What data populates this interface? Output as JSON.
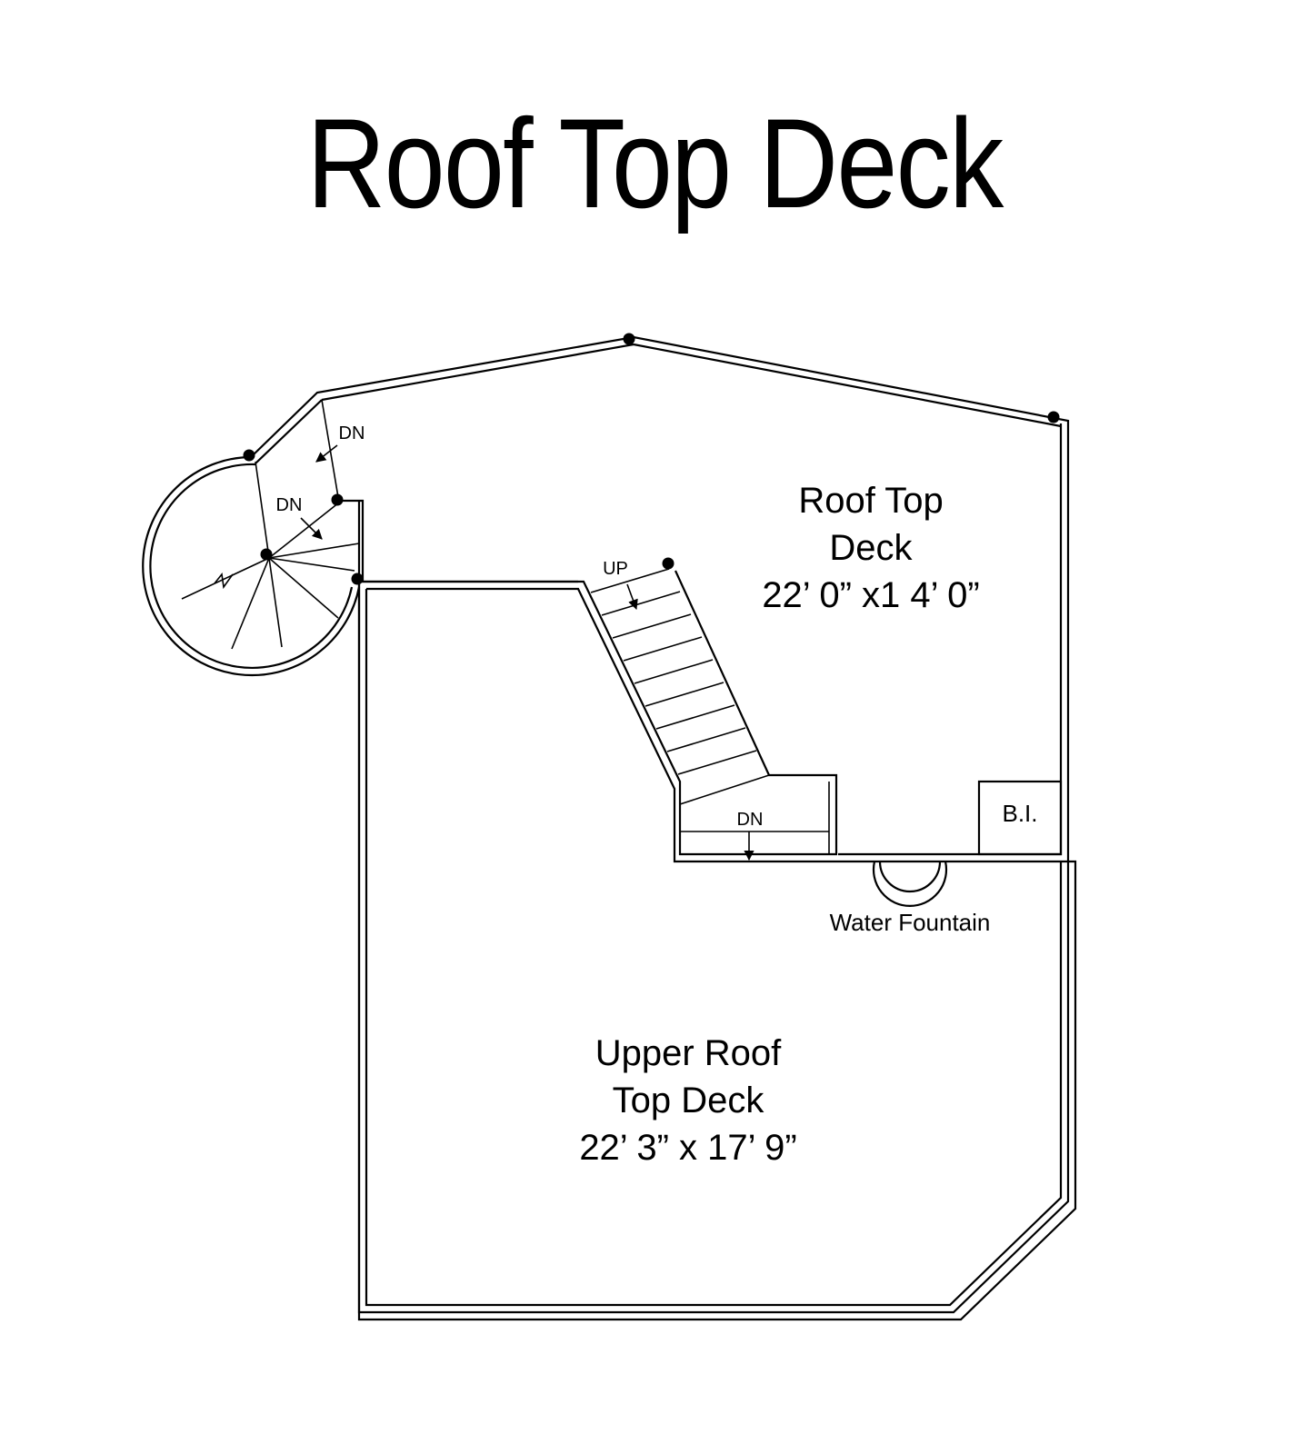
{
  "title": "Roof Top Deck",
  "rooms": {
    "roof_top_deck": {
      "name_line1": "Roof Top",
      "name_line2": "Deck",
      "dimensions": "22’ 0” x1 4’ 0”"
    },
    "upper_roof_top_deck": {
      "name_line1": "Upper Roof",
      "name_line2": "Top Deck",
      "dimensions": "22’ 3” x 17’ 9”"
    }
  },
  "fixtures": {
    "built_in": "B.I.",
    "water_fountain": "Water Fountain"
  },
  "stair_labels": {
    "dn_upper_landing": "DN",
    "dn_spiral": "DN",
    "up_straight": "UP",
    "dn_lower": "DN"
  },
  "colors": {
    "line": "#000000",
    "background": "#ffffff"
  }
}
